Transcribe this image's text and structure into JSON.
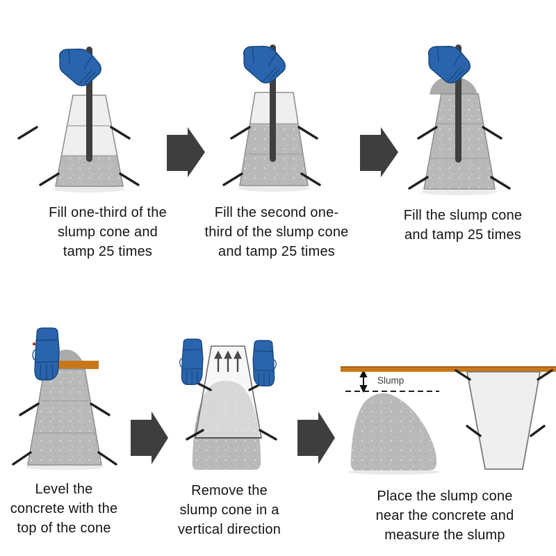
{
  "steps": [
    {
      "caption": [
        "Fill one-third of the",
        "slump cone and",
        "tamp 25 times"
      ]
    },
    {
      "caption": [
        "Fill the second one-",
        "third of the slump cone",
        "and tamp 25 times"
      ]
    },
    {
      "caption": [
        "Fill the slump cone",
        "and tamp 25 times"
      ]
    },
    {
      "caption": [
        "Level the",
        "concrete with the",
        "top of the cone"
      ]
    },
    {
      "caption": [
        "Remove the",
        "slump cone in a",
        "vertical direction"
      ]
    },
    {
      "caption": [
        "Place the slump cone",
        "near the concrete and",
        "measure the slump"
      ],
      "measure_label": "Slump"
    }
  ],
  "icons": {
    "gloved_hand": "blue-work-glove",
    "tamping_rod": "steel-tamping-rod",
    "slump_cone": "slump-cone-mold",
    "strikeoff_bar": "wooden-straightedge",
    "flow_arrow": "right-block-arrow",
    "lift_arrows": "upward-arrows",
    "slump_measure": "double-headed-arrow"
  },
  "colors": {
    "background": "#ffffff",
    "text": "#141414",
    "arrow": "#3e3e3e",
    "glove": "#2a64ad",
    "glove_dark": "#17477f",
    "rod": "#3f3f3f",
    "cone_light": "#efefef",
    "cone_border": "#8f8f8f",
    "concrete": "#b9b9b9",
    "concrete_dark": "#ababab",
    "bar_orange": "#c8781a",
    "bar_orange_dark": "#a15f0e",
    "handle": "#1f1f1f",
    "shadow": "#e3e3e3",
    "section_line": "#9e9e9e",
    "label": "#3a3a3a"
  }
}
